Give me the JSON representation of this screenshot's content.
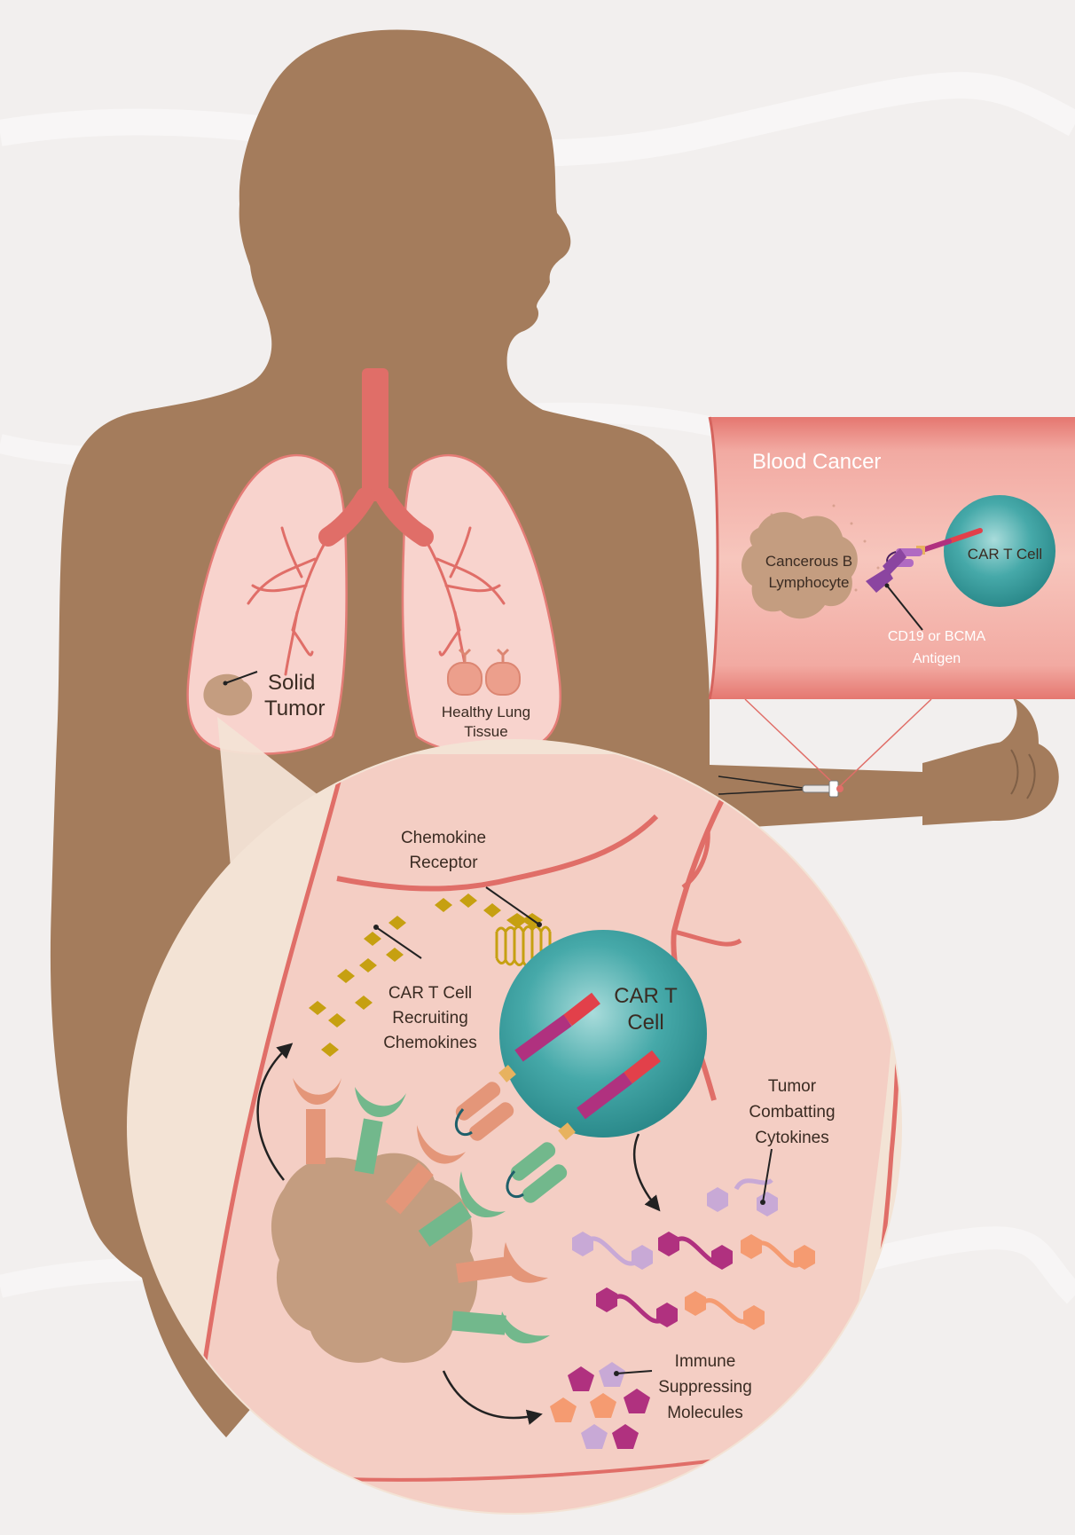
{
  "labels": {
    "solid_tumor": [
      "Solid",
      "Tumor"
    ],
    "healthy_lung_tissue": [
      "Healthy Lung",
      "Tissue"
    ],
    "blood_cancer": "Blood Cancer",
    "cancerous_b_lymphocyte": [
      "Cancerous B",
      "Lymphocyte"
    ],
    "car_t_cell_small": "CAR T Cell",
    "cd19_bcma_antigen": [
      "CD19 or BCMA",
      "Antigen"
    ],
    "chemokine_receptor": [
      "Chemokine",
      "Receptor"
    ],
    "car_t_recruiting_chemokines": [
      "CAR T Cell",
      "Recruiting",
      "Chemokines"
    ],
    "car_t_cell_large": [
      "CAR T",
      "Cell"
    ],
    "tumor_combatting_cytokines": [
      "Tumor",
      "Combatting",
      "Cytokines"
    ],
    "immune_suppressing_molecules": [
      "Immune",
      "Suppressing",
      "Molecules"
    ]
  },
  "colors": {
    "body": "#a47c5c",
    "lung_fill": "#f8d3cd",
    "airway": "#e06e68",
    "vessel_band": "#e8807a",
    "car_t": "#3a9fa0",
    "tumor": "#c49d80",
    "chemokine": "#c6a011",
    "magenta": "#b0317f",
    "lavender": "#c8a9d6",
    "orange": "#f59b71",
    "salmon_receptor": "#e49679",
    "green_receptor": "#72b88c"
  }
}
